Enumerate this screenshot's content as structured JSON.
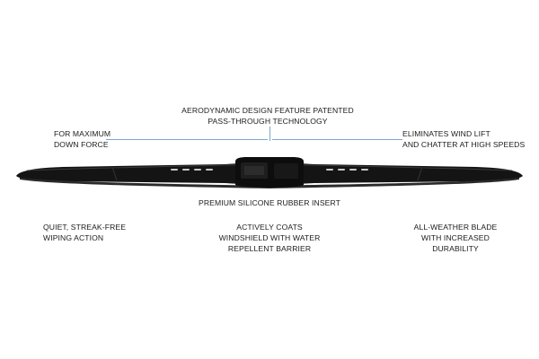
{
  "callouts": {
    "aerodynamic": {
      "line1": "AERODYNAMIC DESIGN FEATURE PATENTED",
      "line2": "PASS-THROUGH TECHNOLOGY"
    },
    "down_force": {
      "line1": "FOR MAXIMUM",
      "line2": "DOWN FORCE"
    },
    "wind_lift": {
      "line1": "ELIMINATES WIND LIFT",
      "line2": "AND CHATTER AT HIGH SPEEDS"
    },
    "rubber_insert": {
      "line1": "PREMIUM SILICONE RUBBER INSERT"
    },
    "streak_free": {
      "line1": "QUIET, STREAK-FREE",
      "line2": "WIPING ACTION"
    },
    "coats_windshield": {
      "line1": "ACTIVELY COATS",
      "line2": "WINDSHIELD WITH WATER",
      "line3": "REPELLENT BARRIER"
    },
    "all_weather": {
      "line1": "ALL-WEATHER BLADE",
      "line2": "WITH INCREASED",
      "line3": "DURABILITY"
    }
  },
  "colors": {
    "leader_line": "#7da6d4",
    "blade": "#141414",
    "text": "#1c1c1c"
  }
}
